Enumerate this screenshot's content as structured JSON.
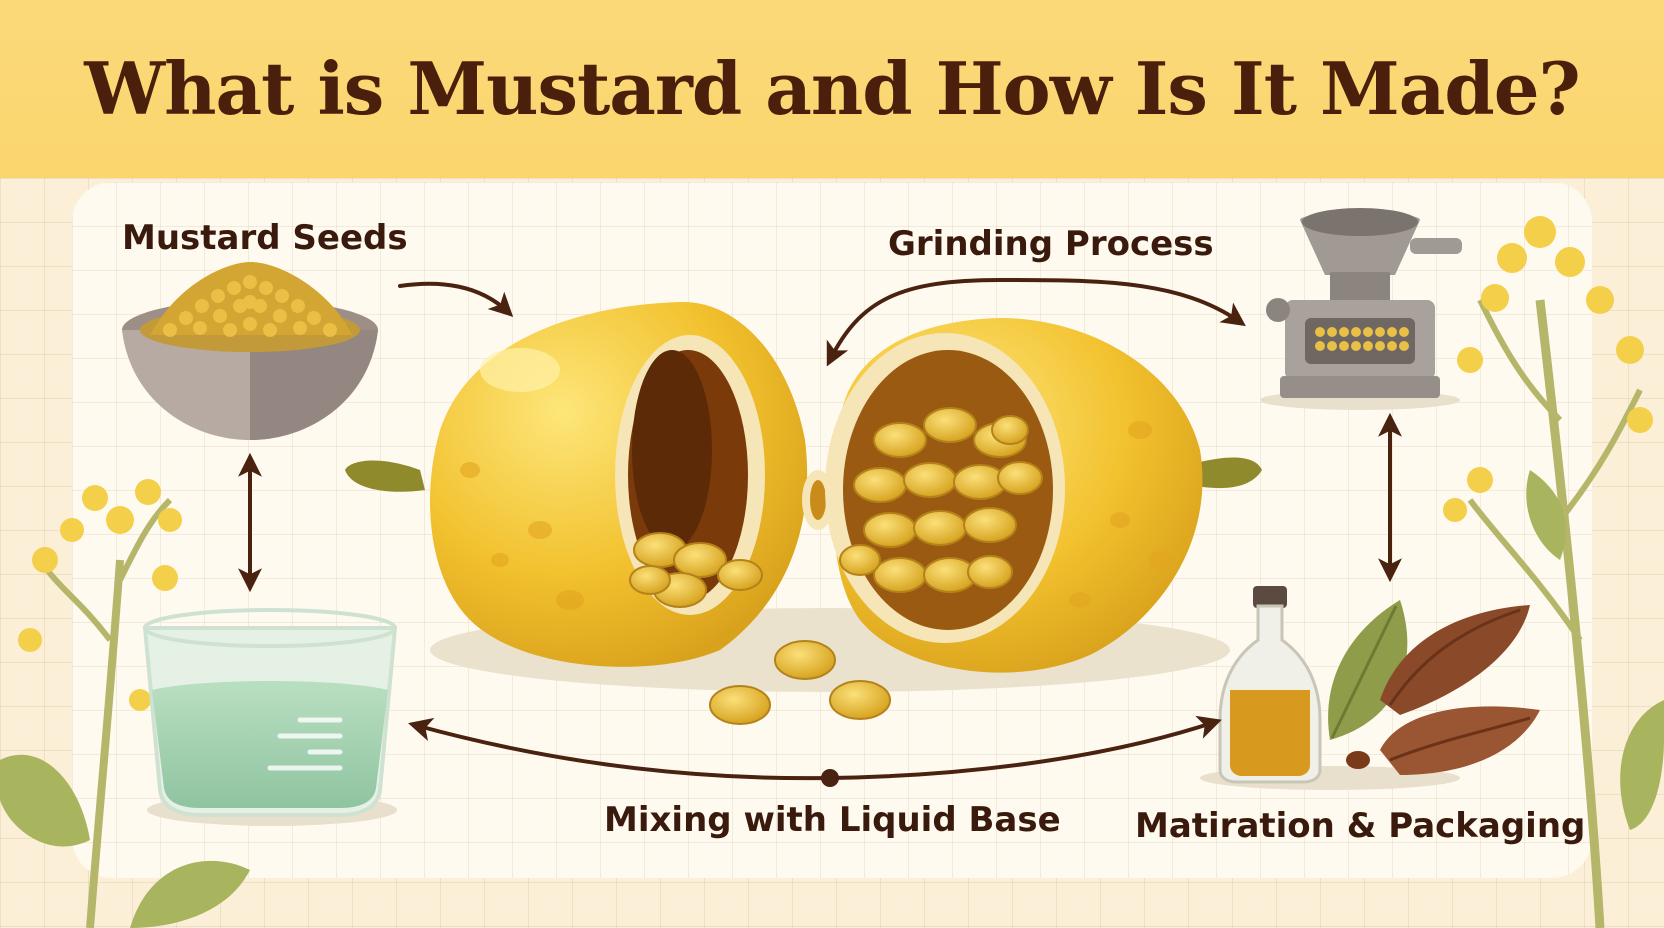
{
  "title": "What is Mustard and How Is It Made?",
  "labels": {
    "seeds": "Mustard Seeds",
    "grinding": "Grinding Process",
    "mixing": "Mixing with Liquid Base",
    "maturation": "Matiration & Packaging"
  },
  "icons": [
    "mustard-seed-bowl",
    "mustard-fruit-split",
    "grinder-machine",
    "water-glass",
    "oil-bottle",
    "leaf",
    "cocoa-pods",
    "mustard-flower"
  ],
  "colors": {
    "banner": "#fbd66e",
    "title": "#4a200c",
    "arrow": "#4a2210",
    "fruit": "#f2c12e",
    "seed": "#e8b92a",
    "liquid": "#a9d3b4"
  }
}
